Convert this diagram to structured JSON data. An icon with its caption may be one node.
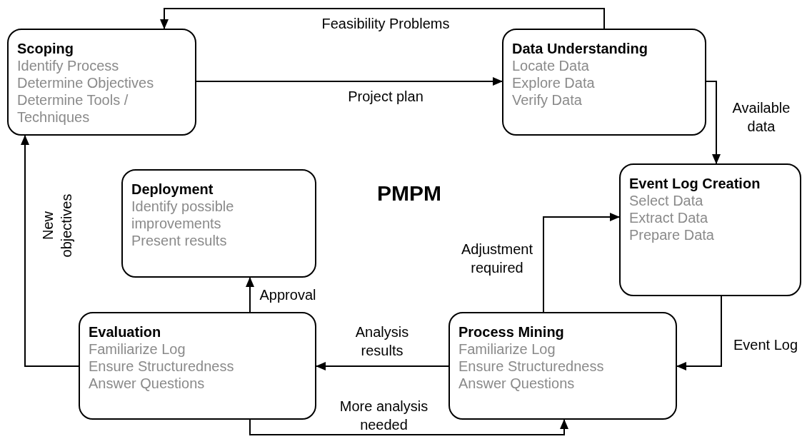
{
  "diagram": {
    "title": "PMPM",
    "nodes": [
      {
        "text": [
          "Scoping",
          "Identify Process",
          "Determine Objectives",
          "Determine Tools / Techniques"
        ]
      },
      {
        "text": [
          "Data Understanding",
          "Locate Data",
          "Explore Data",
          "Verify Data"
        ]
      },
      {
        "text": [
          "Event Log Creation",
          "Select Data",
          "Extract Data",
          "Prepare Data"
        ]
      },
      {
        "text": [
          "Deployment",
          "Identify possible improvements",
          "Present results"
        ]
      },
      {
        "text": [
          "Evaluation",
          "Familiarize Log",
          "Ensure Structuredness",
          "Answer Questions"
        ]
      },
      {
        "text": [
          "Process Mining",
          "Familiarize Log",
          "Ensure Structuredness",
          "Answer Questions"
        ]
      }
    ],
    "edges": [
      {
        "from": 1,
        "to": 0,
        "arrow": "to",
        "label": "Feasibility Problems"
      },
      {
        "from": 0,
        "to": 1,
        "arrow": "to",
        "label": "Project plan"
      },
      {
        "from": 1,
        "to": 2,
        "arrow": "to",
        "label": "Available data"
      },
      {
        "from": 2,
        "to": 5,
        "arrow": "to",
        "label": "Event Log"
      },
      {
        "from": 5,
        "to": 4,
        "arrow": "to",
        "label": "Analysis results"
      },
      {
        "from": 4,
        "to": 3,
        "arrow": "to",
        "label": "Approval"
      },
      {
        "from": 4,
        "to": 0,
        "arrow": "to",
        "label": "New objectives"
      },
      {
        "from": 4,
        "to": 5,
        "arrow": "to",
        "label": "More analysis needed"
      },
      {
        "from": 5,
        "to": 2,
        "arrow": "to",
        "label": "Adjustment required"
      }
    ]
  }
}
